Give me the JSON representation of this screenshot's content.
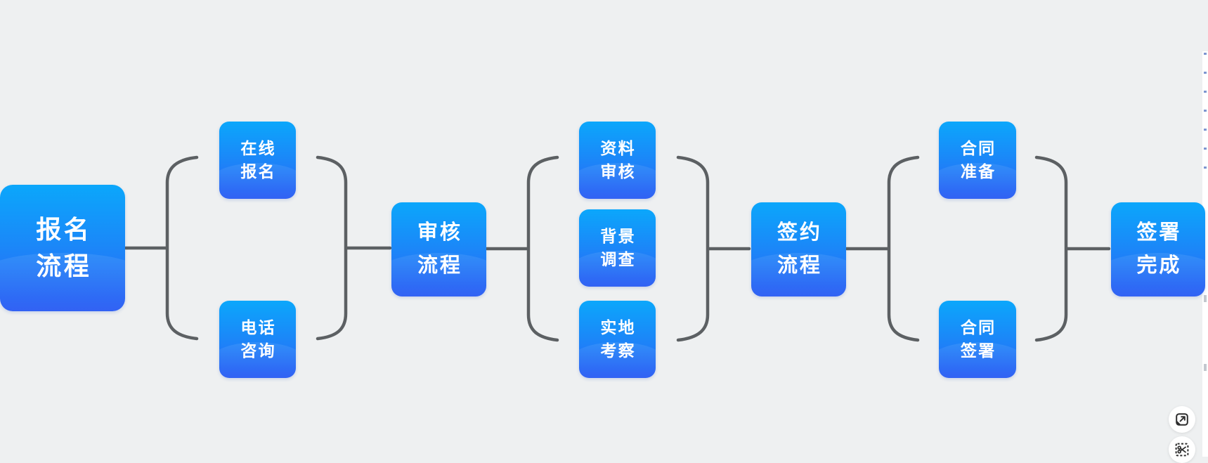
{
  "app": {
    "background_color": "#eef0f1",
    "connector_color": "#5c6063",
    "node_gradient_top": "#0ba7fb",
    "node_gradient_bottom": "#2e5ff4",
    "node_text_color": "#ffffff"
  },
  "flowchart": {
    "nodes": [
      {
        "id": "registration-process",
        "label": "报名流程",
        "lines": [
          "报名",
          "流程"
        ],
        "level": "root"
      },
      {
        "id": "online-signup",
        "label": "在线报名",
        "lines": [
          "在线",
          "报名"
        ],
        "level": "leaf"
      },
      {
        "id": "phone-consult",
        "label": "电话咨询",
        "lines": [
          "电话",
          "咨询"
        ],
        "level": "leaf"
      },
      {
        "id": "review-process",
        "label": "审核流程",
        "lines": [
          "审核",
          "流程"
        ],
        "level": "mid"
      },
      {
        "id": "material-review",
        "label": "资料审核",
        "lines": [
          "资料",
          "审核"
        ],
        "level": "leaf"
      },
      {
        "id": "background-check",
        "label": "背景调查",
        "lines": [
          "背景",
          "调查"
        ],
        "level": "leaf"
      },
      {
        "id": "site-inspection",
        "label": "实地考察",
        "lines": [
          "实地",
          "考察"
        ],
        "level": "leaf"
      },
      {
        "id": "signing-process",
        "label": "签约流程",
        "lines": [
          "签约",
          "流程"
        ],
        "level": "mid"
      },
      {
        "id": "contract-prepare",
        "label": "合同准备",
        "lines": [
          "合同",
          "准备"
        ],
        "level": "leaf"
      },
      {
        "id": "contract-sign",
        "label": "合同签署",
        "lines": [
          "合同",
          "签署"
        ],
        "level": "leaf"
      },
      {
        "id": "signing-complete",
        "label": "签署完成",
        "lines": [
          "签署",
          "完成"
        ],
        "level": "mid"
      }
    ]
  },
  "controls": {
    "buttons": [
      {
        "name": "expand",
        "icon": "expand-arrow-icon",
        "color": "#2e2e2e"
      },
      {
        "name": "snip",
        "icon": "scissors-snip-icon",
        "color": "#2e2e2e"
      }
    ]
  }
}
